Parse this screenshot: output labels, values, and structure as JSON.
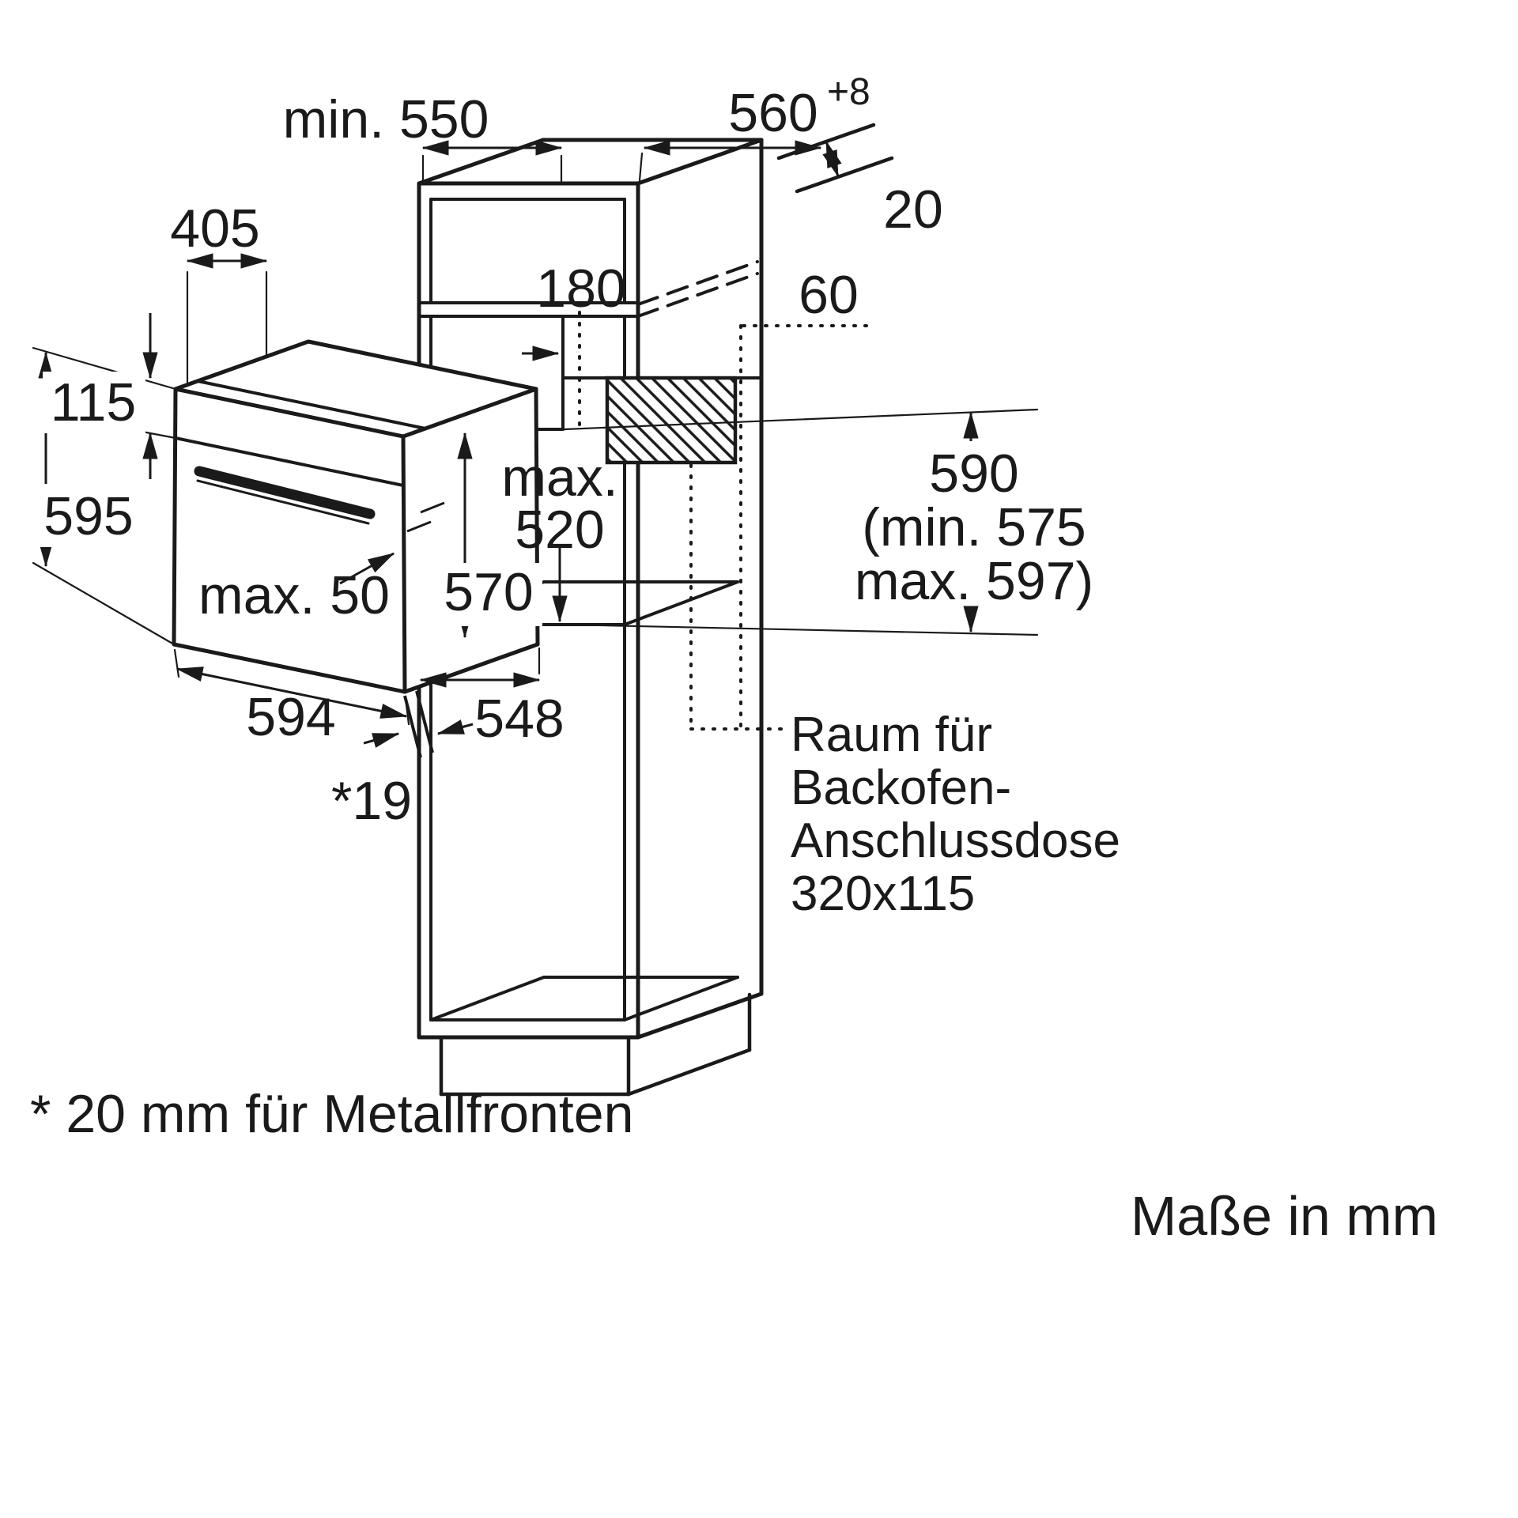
{
  "diagram": {
    "footnote": "* 20 mm für Metallfronten",
    "units_note": "Maße in mm",
    "socket_note": [
      "Raum für",
      "Backofen-",
      "Anschlussdose",
      "320x115"
    ],
    "dims": {
      "niche_depth_min": "min. 550",
      "unit_depth": "560",
      "unit_depth_tol": "+8",
      "rear_gap": "20",
      "top_clearance_depth": "405",
      "vent_cutout": "180",
      "rear_offset": "60",
      "control_panel_height": "115",
      "appliance_height": "595",
      "max_word": "max.",
      "max_value": "520",
      "body_height": "570",
      "cable_max": "max. 50",
      "niche_height": "590",
      "niche_height_min": "(min. 575",
      "niche_height_max": "max. 597)",
      "appliance_width": "594",
      "body_depth": "548",
      "front_overlay": "*19"
    },
    "colors": {
      "line": "#1a1a1a",
      "background": "#ffffff"
    }
  }
}
